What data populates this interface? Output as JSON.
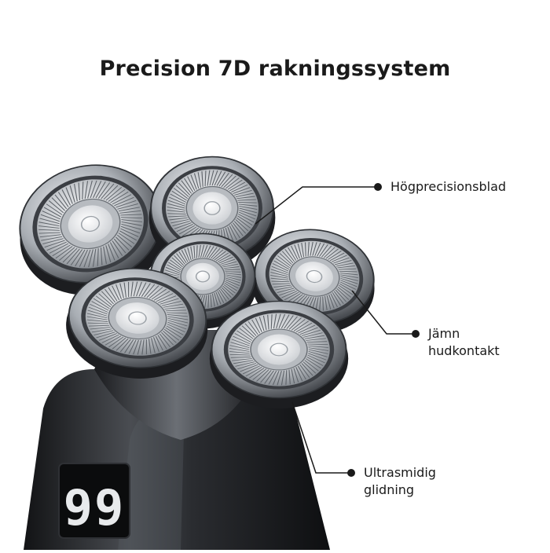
{
  "heading": "Precision 7D rakningssystem",
  "callouts": [
    {
      "lines": [
        "Högprecisionsblad"
      ]
    },
    {
      "lines": [
        "Jämn",
        "hudkontakt"
      ]
    },
    {
      "lines": [
        "Ultrasmidig",
        "glidning"
      ]
    }
  ],
  "display": {
    "value": "99"
  },
  "colors": {
    "text": "#1a1a1a",
    "body": "#2b2d30",
    "chrome": "#9aa0a6",
    "background": "#ffffff"
  }
}
